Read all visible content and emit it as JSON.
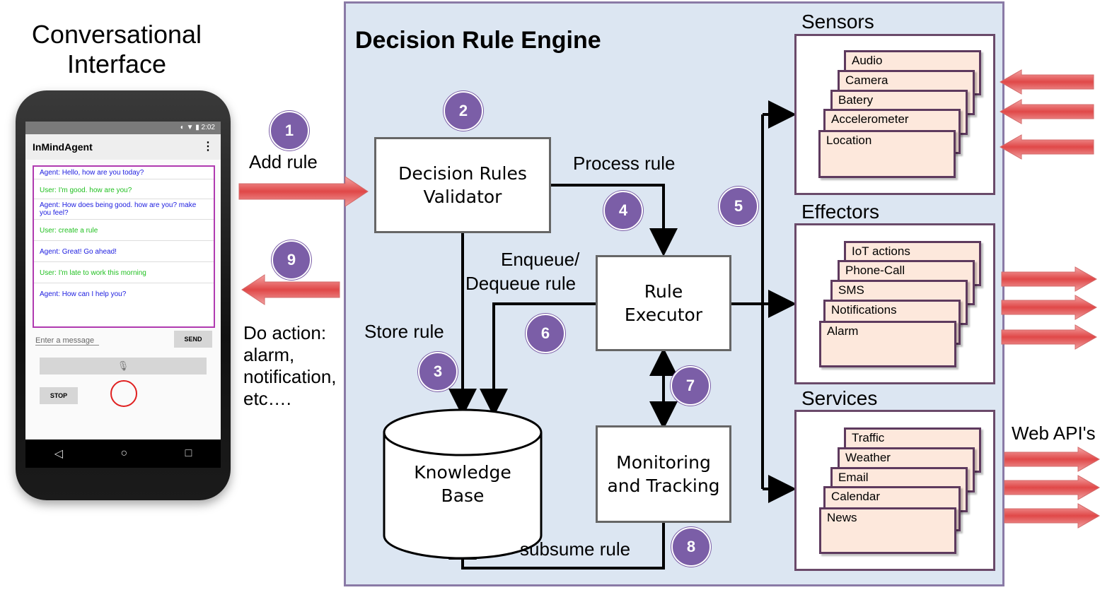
{
  "left_title": "Conversational Interface",
  "phone": {
    "clock": "2:02",
    "app_title": "InMindAgent",
    "menu_icon": "⋮",
    "messages": [
      {
        "role": "agent",
        "text": "Agent: Hello, how are you today?"
      },
      {
        "role": "user",
        "text": "User: I'm good. how are you?"
      },
      {
        "role": "agent",
        "text": "Agent: How does being good. how are you? make you feel?"
      },
      {
        "role": "user",
        "text": "User: create a rule"
      },
      {
        "role": "agent",
        "text": "Agent: Great! Go ahead!"
      },
      {
        "role": "user",
        "text": "User: I'm late to work this morning"
      },
      {
        "role": "agent",
        "text": "Agent: How can I help you?"
      }
    ],
    "input_placeholder": "Enter a message",
    "send_label": "SEND",
    "stop_label": "STOP"
  },
  "flow_labels": {
    "add_rule": "Add rule",
    "do_action": "Do action:",
    "do_action_items": [
      "alarm,",
      "notification,",
      "etc…."
    ],
    "process_rule": "Process rule",
    "enqueue": "Enqueue/",
    "dequeue": "Dequeue rule",
    "store_rule": "Store rule",
    "subsume_rule": "subsume rule",
    "web_apis": "Web API's"
  },
  "engine": {
    "title": "Decision Rule Engine",
    "validator": [
      "Decision Rules",
      "Validator"
    ],
    "executor": [
      "Rule",
      "Executor"
    ],
    "knowledge": [
      "Knowledge",
      "Base"
    ],
    "monitoring": [
      "Monitoring",
      "and Tracking"
    ]
  },
  "steps": [
    "1",
    "2",
    "3",
    "4",
    "5",
    "6",
    "7",
    "8",
    "9"
  ],
  "groups": {
    "sensors": {
      "title": "Sensors",
      "items": [
        "Audio",
        "Camera",
        "Batery",
        "Accelerometer",
        "Location"
      ]
    },
    "effectors": {
      "title": "Effectors",
      "items": [
        "IoT actions",
        "Phone-Call",
        "SMS",
        "Notifications",
        "Alarm"
      ]
    },
    "services": {
      "title": "Services",
      "items": [
        "Traffic",
        "Weather",
        "Email",
        "Calendar",
        "News"
      ]
    }
  },
  "colors": {
    "engine_bg": "#dce6f2",
    "step": "#7b5ea7",
    "arrow": "#e46a6a",
    "card": "#fde8dc"
  }
}
